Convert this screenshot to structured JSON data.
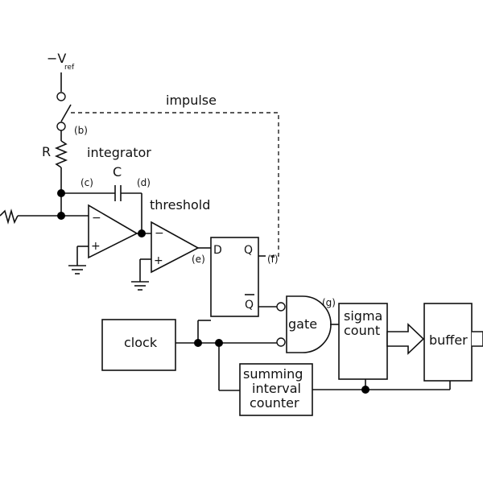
{
  "vref": {
    "main": "−V",
    "sub": "ref"
  },
  "labels": {
    "impulse": "impulse",
    "integrator": "integrator",
    "threshold": "threshold",
    "R": "R",
    "C": "C"
  },
  "nodes": {
    "b": "(b)",
    "c": "(c)",
    "d": "(d)",
    "e": "(e)",
    "f": "(f)",
    "g": "(g)"
  },
  "opamp_signs": {
    "minus": "−",
    "plus": "+"
  },
  "flipflop": {
    "d": "D",
    "q": "Q",
    "qbar": "Q"
  },
  "blocks": {
    "clock": "clock",
    "gate": "gate",
    "sigma_count": [
      "sigma",
      "count"
    ],
    "buffer": "buffer",
    "summing_counter": [
      "summing",
      "interval",
      "counter"
    ]
  }
}
